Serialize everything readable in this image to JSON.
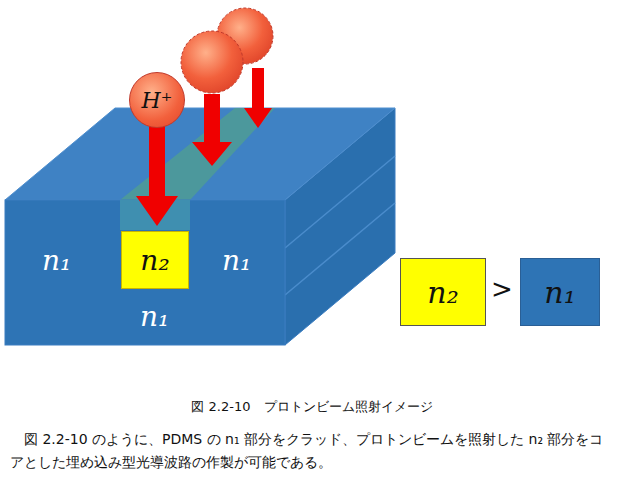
{
  "diagram": {
    "caption": "図 2.2-10　プロトンビーム照射イメージ",
    "nodes": [
      {
        "text": [
          "H⁺"
        ]
      },
      {
        "text": [
          "n₂"
        ]
      },
      {
        "text": [
          "n₂"
        ]
      },
      {
        "text": [
          "n₁"
        ]
      }
    ],
    "labels": [
      "n₁",
      "n₁",
      "n₁",
      ">",
      "図 2.2-10 のように、PDMS の n₁ 部分をクラッド、プロトンビームを照射した n₂ 部分をコアとした埋め込み型光導波路の作製が可能である。"
    ]
  }
}
